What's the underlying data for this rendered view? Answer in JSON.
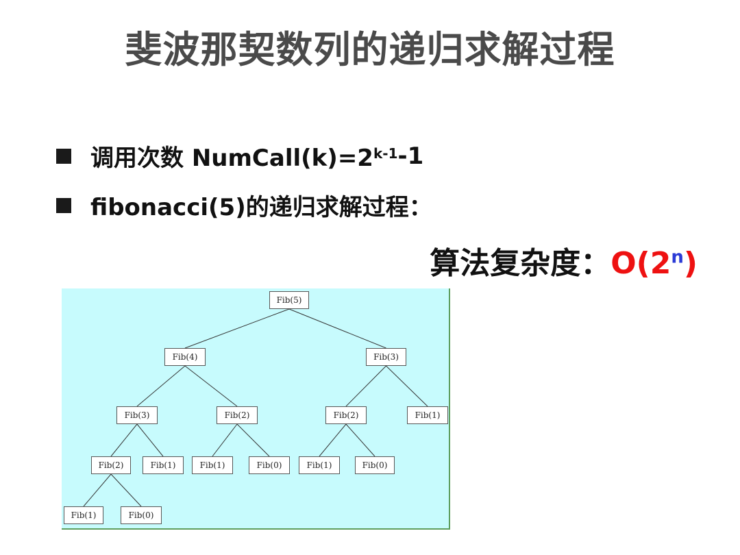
{
  "title": "斐波那契数列的递归求解过程",
  "bullets": {
    "item1": {
      "text": "调用次数 NumCall(k)=2",
      "sup": "k-1",
      "tail": "-1"
    },
    "item2": {
      "text": "fibonacci(5)的递归求解过程："
    }
  },
  "complexity": {
    "label": "算法复杂度：",
    "value": "O(2",
    "sup": "n",
    "close": ")"
  },
  "tree": {
    "nodes": [
      {
        "id": "n5",
        "label": "Fib(5)"
      },
      {
        "id": "n4",
        "label": "Fib(4)"
      },
      {
        "id": "n3r",
        "label": "Fib(3)"
      },
      {
        "id": "n3l",
        "label": "Fib(3)"
      },
      {
        "id": "n2a",
        "label": "Fib(2)"
      },
      {
        "id": "n2b",
        "label": "Fib(2)"
      },
      {
        "id": "n1a",
        "label": "Fib(1)"
      },
      {
        "id": "n2c",
        "label": "Fib(2)"
      },
      {
        "id": "n1b",
        "label": "Fib(1)"
      },
      {
        "id": "n1c",
        "label": "Fib(1)"
      },
      {
        "id": "n0a",
        "label": "Fib(0)"
      },
      {
        "id": "n1d",
        "label": "Fib(1)"
      },
      {
        "id": "n0b",
        "label": "Fib(0)"
      },
      {
        "id": "n1e",
        "label": "Fib(1)"
      },
      {
        "id": "n0c",
        "label": "Fib(0)"
      }
    ],
    "edges": [
      [
        "n5",
        "n4"
      ],
      [
        "n5",
        "n3r"
      ],
      [
        "n4",
        "n3l"
      ],
      [
        "n4",
        "n2a"
      ],
      [
        "n3r",
        "n2b"
      ],
      [
        "n3r",
        "n1a"
      ],
      [
        "n3l",
        "n2c"
      ],
      [
        "n3l",
        "n1b"
      ],
      [
        "n2a",
        "n1c"
      ],
      [
        "n2a",
        "n0a"
      ],
      [
        "n2b",
        "n1d"
      ],
      [
        "n2b",
        "n0b"
      ],
      [
        "n2c",
        "n1e"
      ],
      [
        "n2c",
        "n0c"
      ]
    ]
  }
}
